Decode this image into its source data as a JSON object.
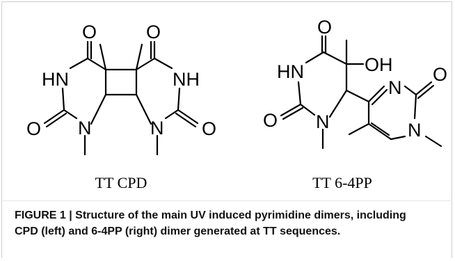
{
  "figure": {
    "left_structure": {
      "name": "TT CPD",
      "atoms": {
        "o_top_left": "O",
        "o_top_right": "O",
        "nh_left": "HN",
        "nh_right": "NH",
        "o_bottom_left": "O",
        "o_bottom_right": "O",
        "n_left": "N",
        "n_right": "N"
      }
    },
    "right_structure": {
      "name": "TT 6-4PP",
      "atoms": {
        "o_top": "O",
        "oh": "OH",
        "hn": "HN",
        "o_left": "O",
        "n_left": "N",
        "n_ring_top": "N",
        "o_right": "O",
        "n_ring_bottom": "N"
      }
    },
    "caption": {
      "head": "FIGURE 1 | ",
      "text": "Structure of the main UV induced pyrimidine dimers, including CPD (left) and 6-4PP (right) dimer generated at TT sequences."
    }
  }
}
